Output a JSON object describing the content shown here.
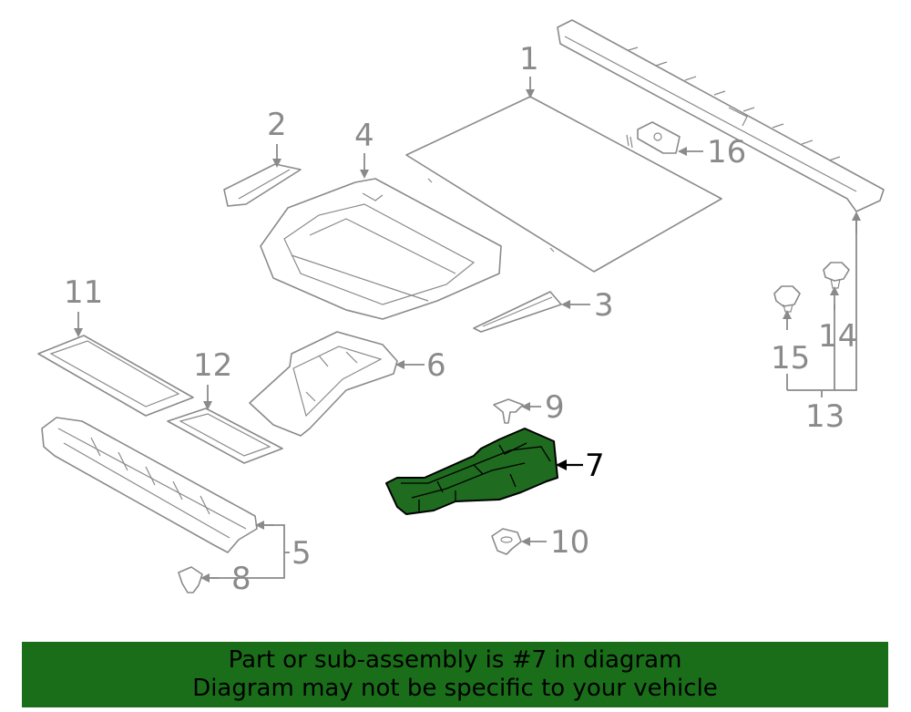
{
  "diagram": {
    "highlight_color": "#1f6b1f",
    "callouts": {
      "c1": "1",
      "c2": "2",
      "c3": "3",
      "c4": "4",
      "c5": "5",
      "c6": "6",
      "c7": "7",
      "c8": "8",
      "c9": "9",
      "c10": "10",
      "c11": "11",
      "c12": "12",
      "c13": "13",
      "c14": "14",
      "c15": "15",
      "c16": "16"
    },
    "highlighted_part": "7"
  },
  "banner": {
    "line1": "Part or sub-assembly is #7 in diagram",
    "line2": "Diagram may not be specific to your vehicle",
    "background": "#1a6e1a"
  }
}
